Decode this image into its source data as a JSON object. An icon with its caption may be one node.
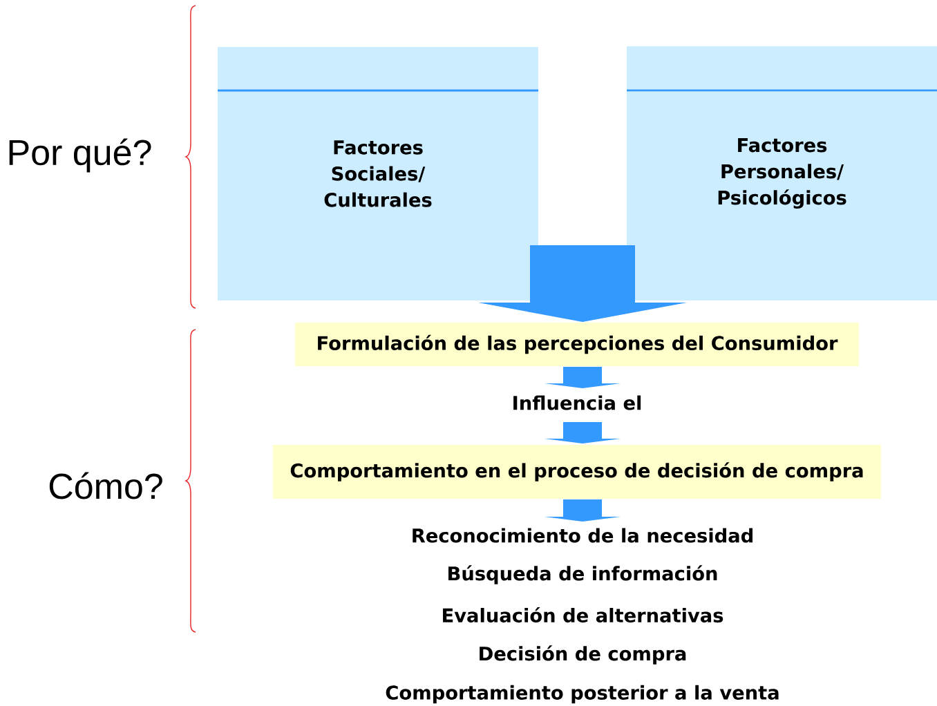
{
  "diagram": {
    "nodes": [
      {
        "text": [
          "Factores Sociales/ Culturales"
        ]
      },
      {
        "text": [
          "Factores Personales/ Psicológicos"
        ]
      },
      {
        "text": [
          "Formulación de las percepciones del Consumidor"
        ]
      },
      {
        "text": [
          "Influencia el"
        ]
      },
      {
        "text": [
          "Comportamiento en el proceso de decisión de compra"
        ]
      },
      {
        "text": [
          "Reconocimiento de la necesidad"
        ]
      }
    ],
    "edges": [
      {
        "from": 0,
        "to": 2,
        "arrow": "to"
      },
      {
        "from": 1,
        "to": 2,
        "arrow": "to"
      },
      {
        "from": 2,
        "to": 3,
        "arrow": "to"
      },
      {
        "from": 3,
        "to": 4,
        "arrow": "to"
      },
      {
        "from": 4,
        "to": 5,
        "arrow": "to"
      }
    ],
    "labels": [
      "Por qué?",
      "Cómo?",
      "Búsqueda de información",
      "Evaluación de alternativas",
      "Decisión de compra",
      "Comportamiento posterior a la venta"
    ]
  }
}
